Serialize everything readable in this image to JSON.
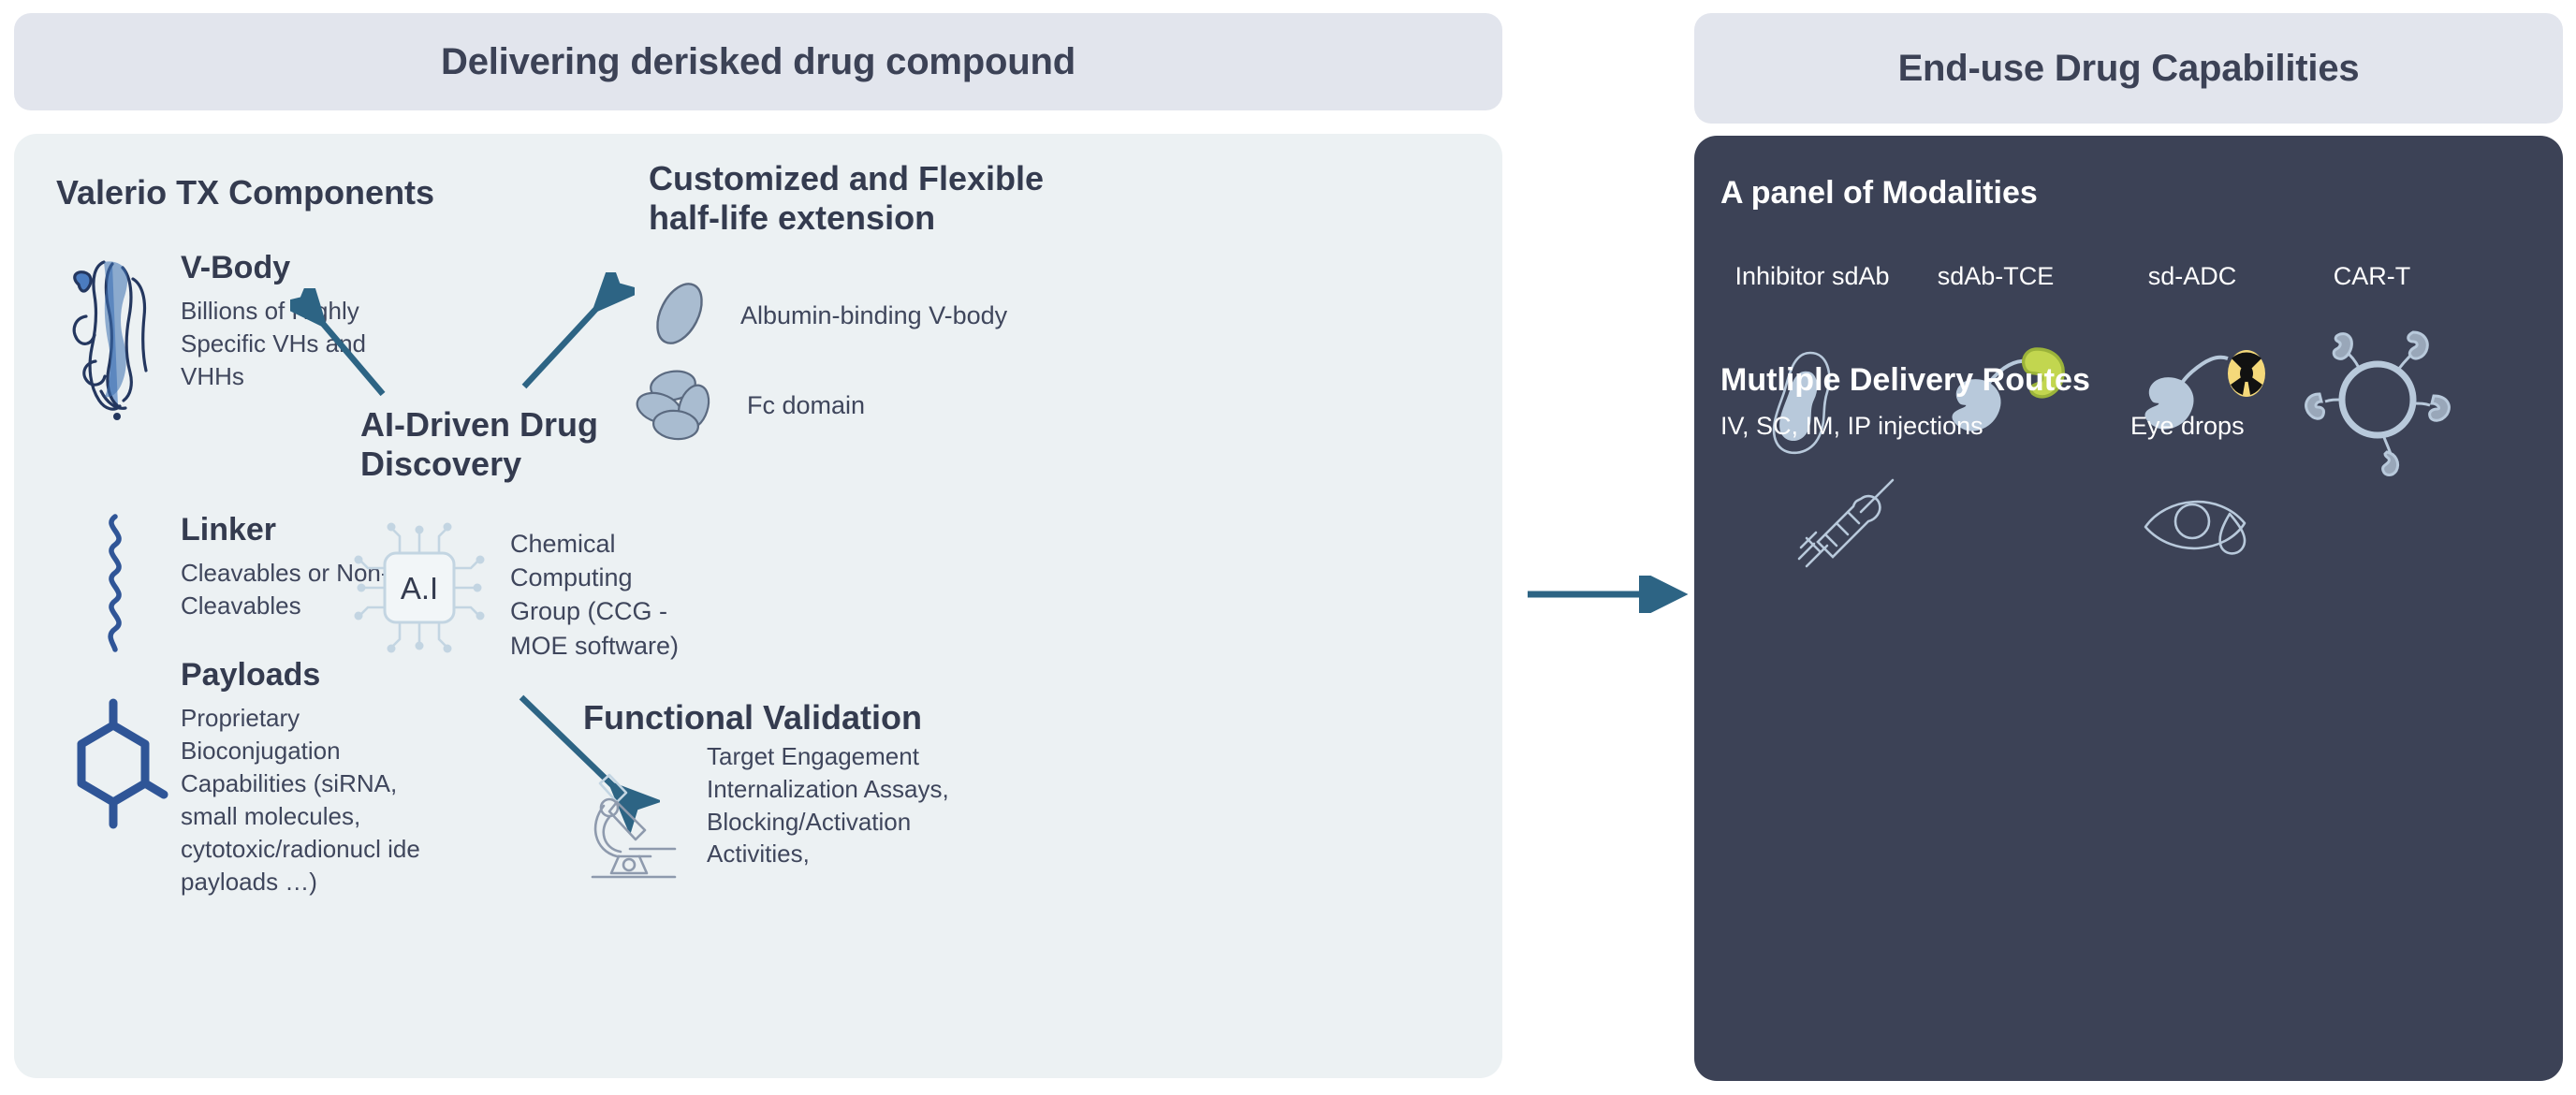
{
  "headers": {
    "left": "Delivering derisked drug compound",
    "right": "End-use Drug Capabilities"
  },
  "left_panel": {
    "components_title": "Valerio TX Components",
    "components": [
      {
        "icon": "protein-ribbon-icon",
        "title": "V-Body",
        "body": "Billions of Highly Specific VHs and VHHs"
      },
      {
        "icon": "linker-squiggle-icon",
        "title": "Linker",
        "body": "Cleavables or Non-Cleavables"
      },
      {
        "icon": "benzene-ring-icon",
        "title": "Payloads",
        "body": "Proprietary Bioconjugation Capabilities (siRNA, small molecules, cytotoxic/radionucl ide payloads …)"
      }
    ],
    "ai": {
      "title": "AI-Driven Drug Discovery",
      "chip_label": "A.I",
      "caption": "Chemical Computing Group (CCG -MOE software)"
    },
    "halflife": {
      "title": "Customized and Flexible half-life extension",
      "items": [
        {
          "icon": "ellipse-vbody-icon",
          "label": "Albumin-binding V-body"
        },
        {
          "icon": "fc-domain-cluster-icon",
          "label": "Fc domain"
        }
      ]
    },
    "validation": {
      "title": "Functional Validation",
      "icon": "microscope-icon",
      "body": "Target Engagement Internalization Assays, Blocking/Activation Activities,"
    }
  },
  "right_panel": {
    "modalities_title": "A panel of Modalities",
    "modalities": [
      {
        "label": "Inhibitor sdAb",
        "icon": "sdab-blob-icon"
      },
      {
        "label": "sdAb-TCE",
        "icon": "sdab-tce-icon"
      },
      {
        "label": "sd-ADC",
        "icon": "sd-adc-radioactive-icon"
      },
      {
        "label": "CAR-T",
        "icon": "car-t-cell-icon"
      }
    ],
    "routes_title": "Mutliple Delivery Routes",
    "routes": [
      {
        "label": "IV, SC, IM, IP injections",
        "icon": "syringe-icon"
      },
      {
        "label": "Eye drops",
        "icon": "eye-drop-icon"
      }
    ]
  },
  "colors": {
    "banner_bg": "#e2e5ed",
    "left_panel_bg": "#ecf1f3",
    "right_panel_bg": "#3c4256",
    "ink": "#343b4f",
    "arrow": "#2d6484",
    "accent_blue": "#2f5597",
    "muted_blue": "#a9bcd0",
    "tce_green": "#bcd44e"
  }
}
